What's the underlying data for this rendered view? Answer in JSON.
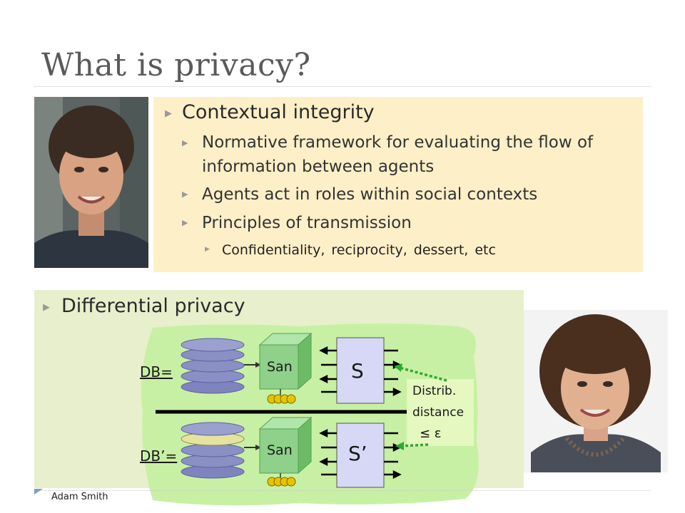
{
  "slide": {
    "title": "What is privacy?",
    "footer": "Adam Smith"
  },
  "contextual": {
    "heading": "Contextual integrity",
    "items": [
      "Normative framework for evaluating the flow of",
      "information between agents",
      "Agents act in roles within social contexts",
      "Principles of transmission"
    ],
    "subitem": "Confidentiality, reciprocity, dessert, etc"
  },
  "differential": {
    "heading": "Differential privacy",
    "diagram": {
      "db_label": "DB=",
      "db_prime_label": "DB’=",
      "san_label_top": "San",
      "san_label_bottom": "San",
      "output_top": "S",
      "output_bottom": "S’",
      "distance_line1": "Distrib.",
      "distance_line2": "distance",
      "distance_line3": "≤  ε"
    }
  },
  "colors": {
    "contextual_bg": "#fdefc7",
    "differential_bg": "#e8efcc",
    "cloud": "#c8f0a4",
    "db_disk": "#8a8fc4",
    "db_disk_changed": "#e6e2a0",
    "san_box": "#8fd08a",
    "output_box": "#d7d8f5",
    "dotted_arrow": "#2fa82f",
    "coins": "#e8c400"
  }
}
